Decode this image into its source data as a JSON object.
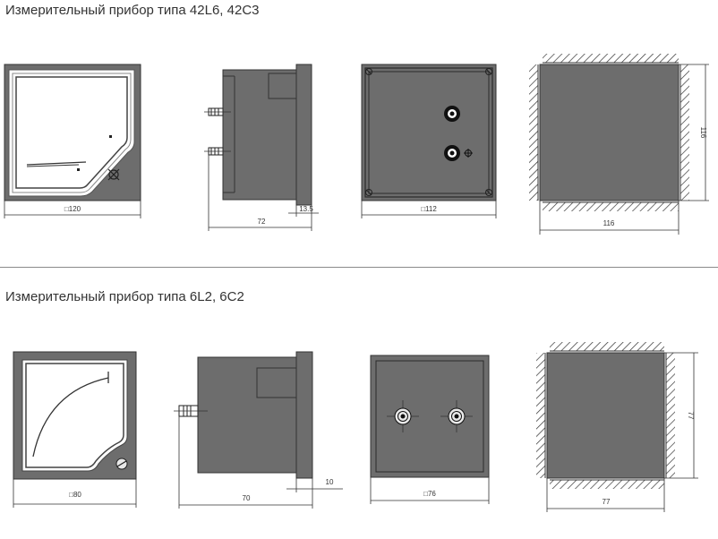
{
  "sections": [
    {
      "title": "Измерительный прибор типа 42L6, 42C3",
      "front_dim": "□120",
      "depth_dim": "72",
      "flange_dim": "13.5",
      "back_dim": "□112",
      "cutout_w": "116",
      "cutout_h": "116"
    },
    {
      "title": "Измерительный прибор типа 6L2, 6C2",
      "front_dim": "□80",
      "depth_dim": "70",
      "flange_dim": "10",
      "back_dim": "□76",
      "cutout_w": "77",
      "cutout_h": "77"
    }
  ],
  "colors": {
    "body_gray": "#6d6d6d",
    "line": "#3a3a3a",
    "white": "#ffffff",
    "separator": "#8a8a8a"
  }
}
